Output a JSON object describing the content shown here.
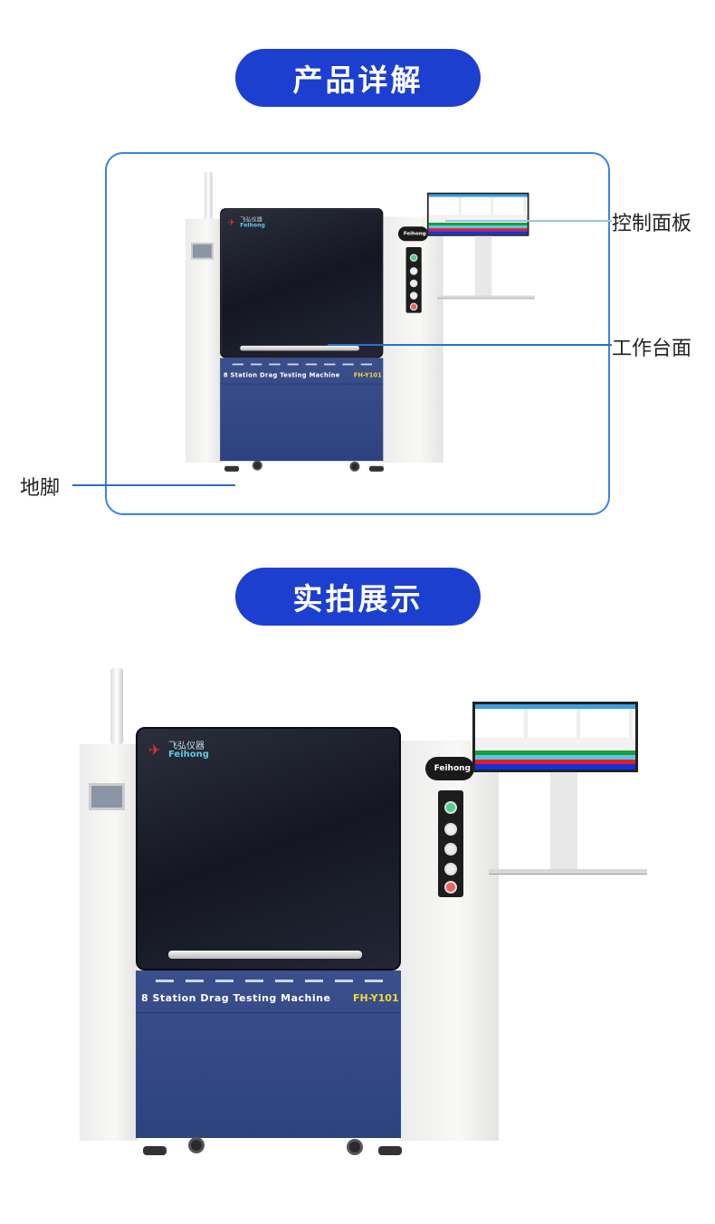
{
  "sections": [
    {
      "title": "产品详解"
    },
    {
      "title": "实拍展示"
    }
  ],
  "callouts": {
    "control_panel": "控制面板",
    "worktable": "工作台面",
    "feet": "地脚"
  },
  "machine": {
    "brand_cn": "飞弘仪器",
    "brand_en": "Feihong",
    "name": "8 Station Drag Testing Machine",
    "model": "FH-Y101"
  },
  "colors": {
    "accent": "#1c3fd0",
    "frame": "#3b82e6",
    "body_blue": "#2d4280"
  }
}
